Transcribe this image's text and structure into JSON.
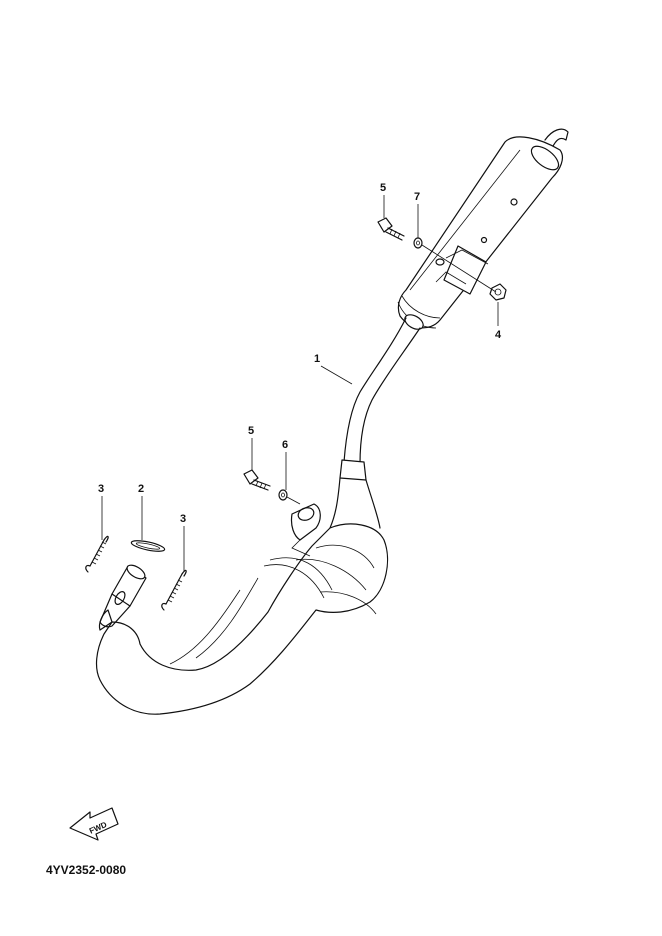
{
  "callouts": {
    "c1": "1",
    "c2": "2",
    "c3a": "3",
    "c3b": "3",
    "c4": "4",
    "c5a": "5",
    "c5b": "5",
    "c6": "6",
    "c7": "7"
  },
  "arrow_label": "FWD",
  "diagram_code": "4YV2352-0080"
}
